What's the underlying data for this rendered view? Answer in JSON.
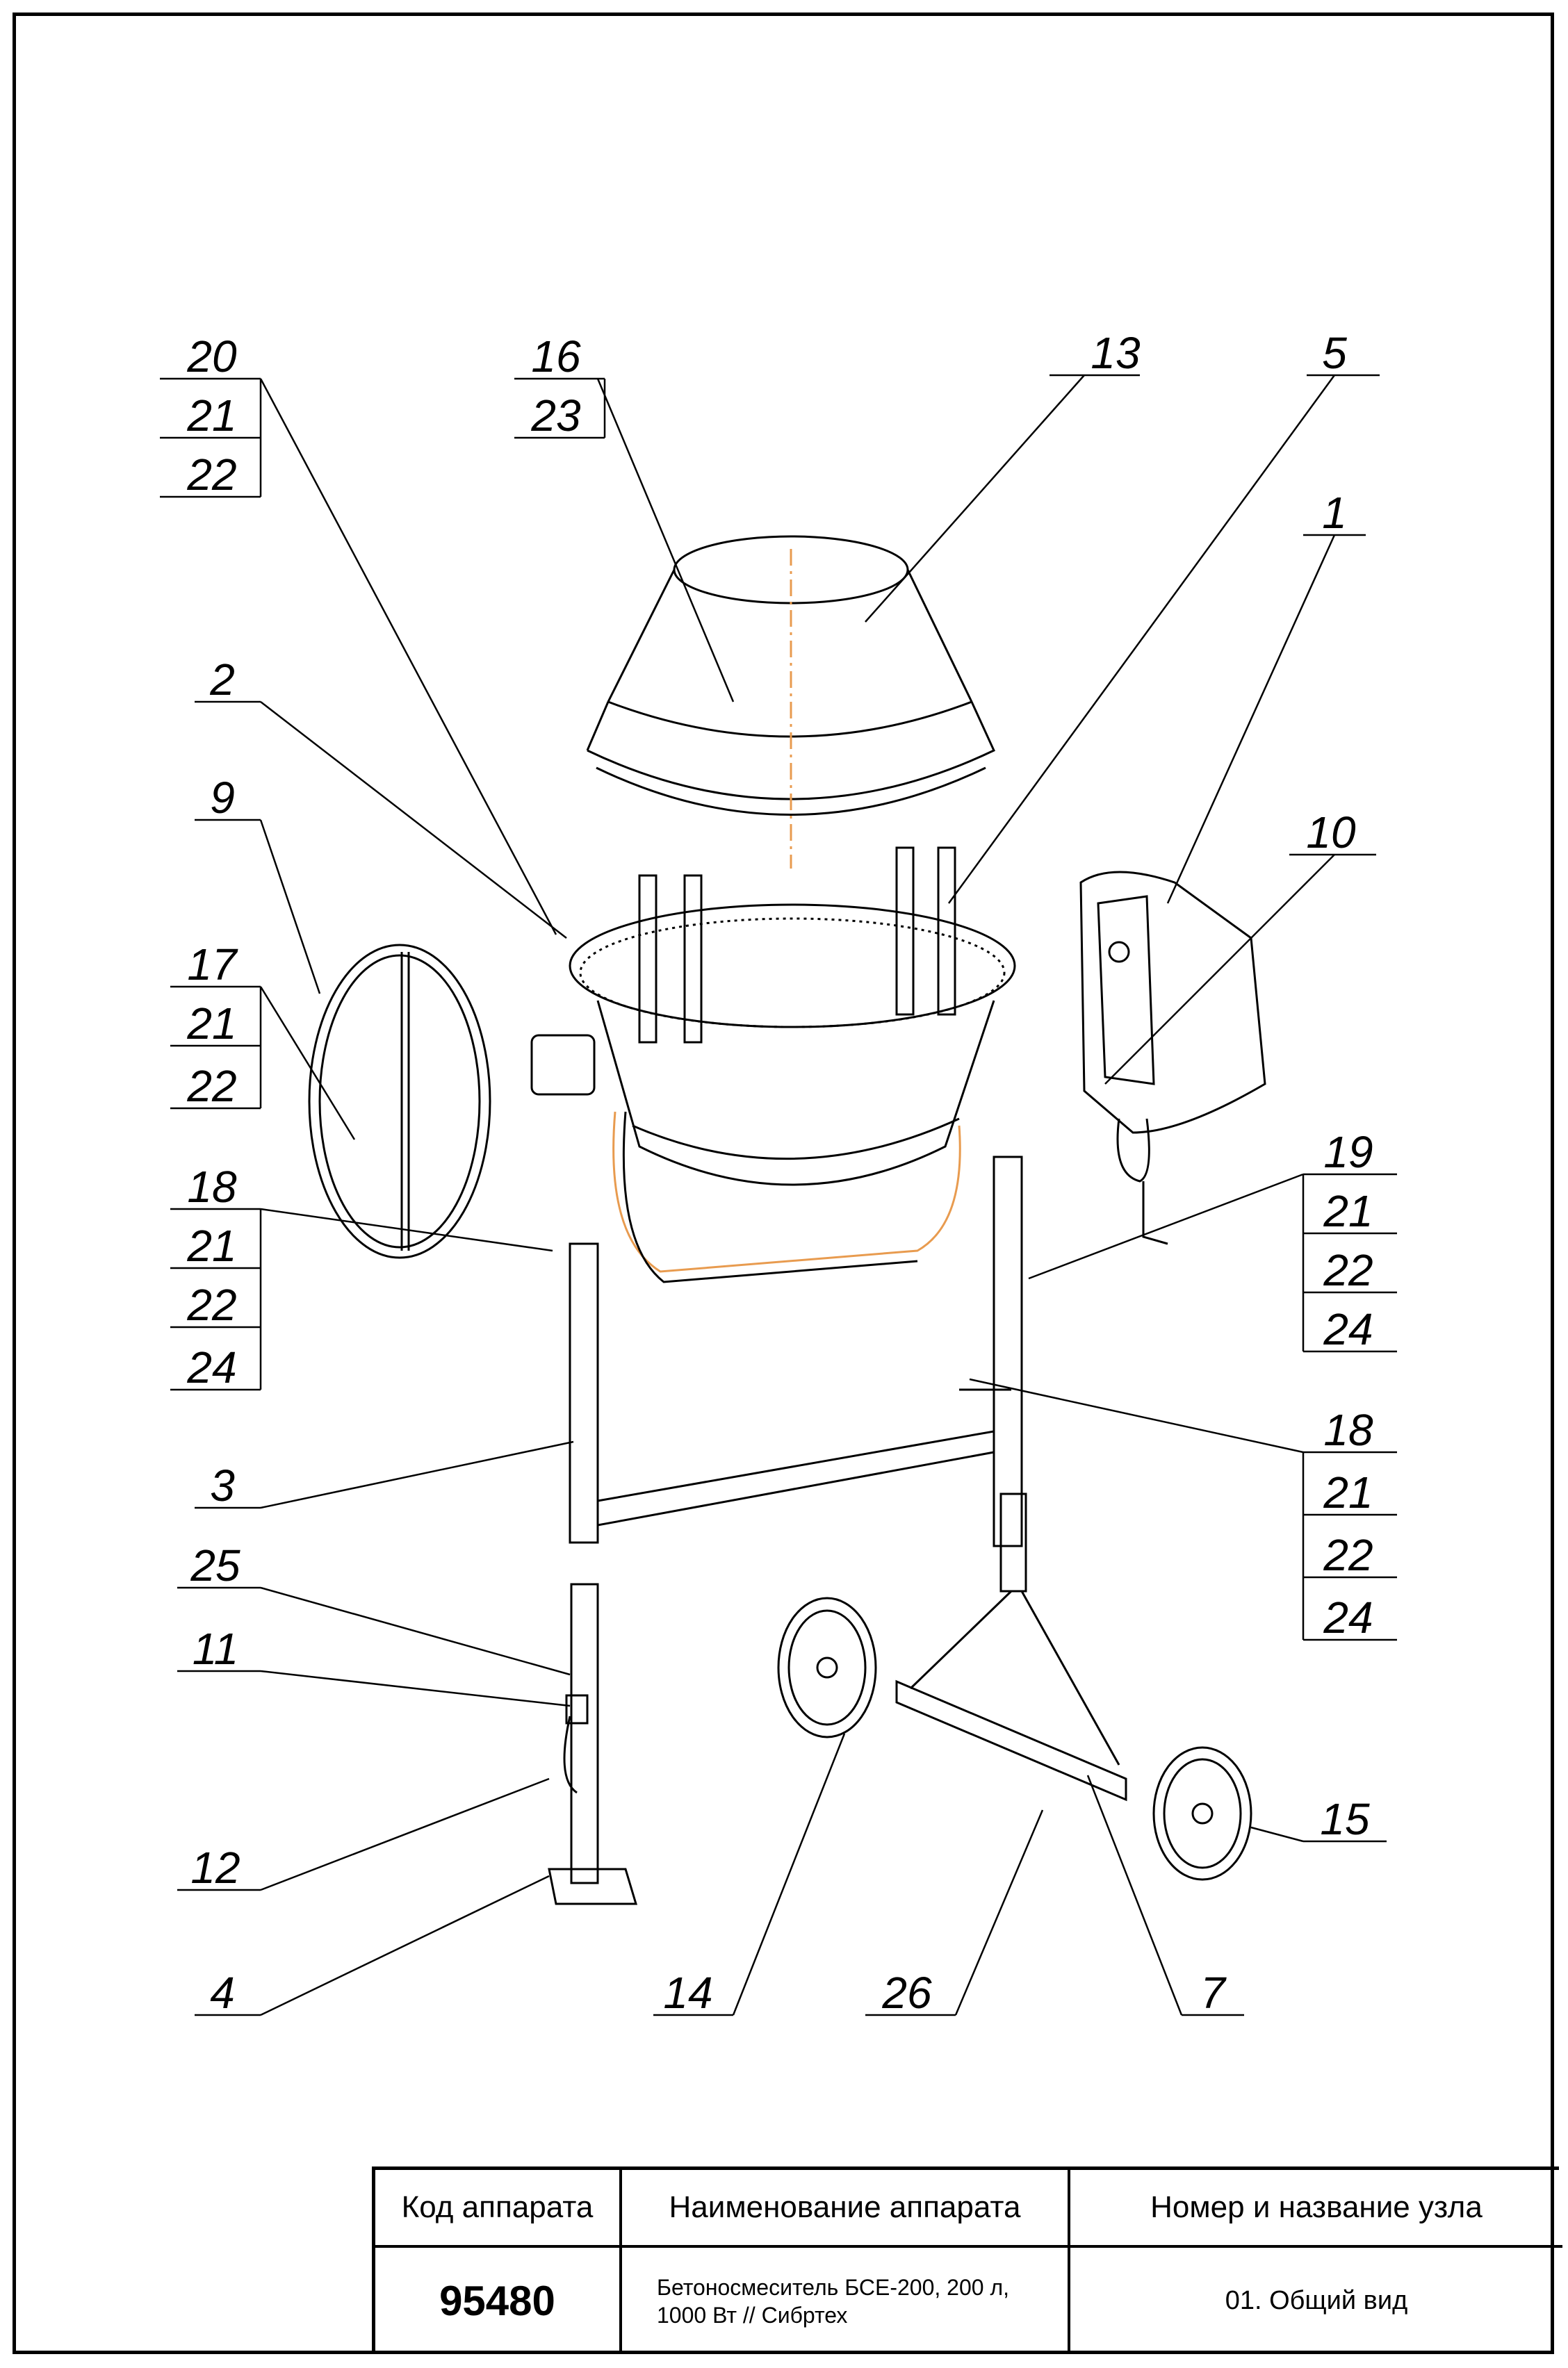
{
  "drawing": {
    "callouts": [
      {
        "id": "c20",
        "lines": [
          "20",
          "21",
          "22"
        ]
      },
      {
        "id": "c16",
        "lines": [
          "16",
          "23"
        ]
      },
      {
        "id": "c13",
        "lines": [
          "13"
        ]
      },
      {
        "id": "c5",
        "lines": [
          "5"
        ]
      },
      {
        "id": "c1",
        "lines": [
          "1"
        ]
      },
      {
        "id": "c2",
        "lines": [
          "2"
        ]
      },
      {
        "id": "c9",
        "lines": [
          "9"
        ]
      },
      {
        "id": "c10",
        "lines": [
          "10"
        ]
      },
      {
        "id": "c17",
        "lines": [
          "17",
          "21",
          "22"
        ]
      },
      {
        "id": "c18a",
        "lines": [
          "18",
          "21",
          "22",
          "24"
        ]
      },
      {
        "id": "c19",
        "lines": [
          "19",
          "21",
          "22",
          "24"
        ]
      },
      {
        "id": "c18b",
        "lines": [
          "18",
          "21",
          "22",
          "24"
        ]
      },
      {
        "id": "c3",
        "lines": [
          "3"
        ]
      },
      {
        "id": "c25",
        "lines": [
          "25"
        ]
      },
      {
        "id": "c11",
        "lines": [
          "11"
        ]
      },
      {
        "id": "c12",
        "lines": [
          "12"
        ]
      },
      {
        "id": "c15",
        "lines": [
          "15"
        ]
      },
      {
        "id": "c4",
        "lines": [
          "4"
        ]
      },
      {
        "id": "c14",
        "lines": [
          "14"
        ]
      },
      {
        "id": "c26",
        "lines": [
          "26"
        ]
      },
      {
        "id": "c7",
        "lines": [
          "7"
        ]
      }
    ]
  },
  "title_block": {
    "header_code": "Код аппарата",
    "header_name": "Наименование аппарата",
    "header_node": "Номер и название узла",
    "code": "95480",
    "name": "Бетоносмеситель БСЕ-200, 200 л,\n1000 Вт // Сибртех",
    "node": "01. Общий вид"
  }
}
